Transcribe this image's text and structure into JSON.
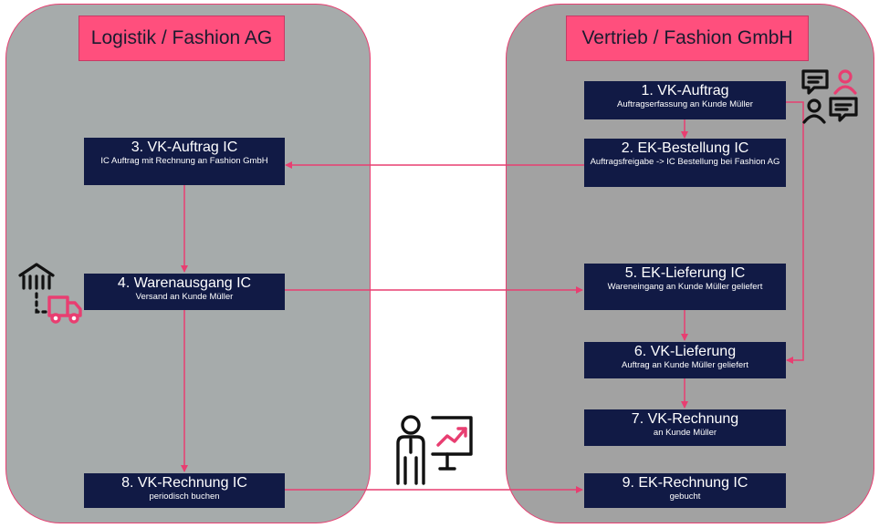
{
  "panels": {
    "left_title": "Logistik / Fashion AG",
    "right_title": "Vertrieb / Fashion GmbH"
  },
  "steps": [
    {
      "title": "1. VK-Auftrag",
      "subtitle": "Auftragserfassung an Kunde Müller"
    },
    {
      "title": "2. EK-Bestellung IC",
      "subtitle": "Auftragsfreigabe -> IC Bestellung bei Fashion AG"
    },
    {
      "title": "3. VK-Auftrag IC",
      "subtitle": "IC Auftrag mit Rechnung an Fashion GmbH"
    },
    {
      "title": "4. Warenausgang IC",
      "subtitle": "Versand an Kunde Müller"
    },
    {
      "title": "5. EK-Lieferung IC",
      "subtitle": "Wareneingang an Kunde Müller geliefert"
    },
    {
      "title": "6. VK-Lieferung",
      "subtitle": "Auftrag an Kunde Müller geliefert"
    },
    {
      "title": "7. VK-Rechnung",
      "subtitle": "an Kunde Müller"
    },
    {
      "title": "8. VK-Rechnung IC",
      "subtitle": "periodisch buchen"
    },
    {
      "title": "9. EK-Rechnung IC",
      "subtitle": "gebucht"
    }
  ],
  "colors": {
    "accent": "#e83e71",
    "box": "#111a45",
    "panel_left": "#a6abab",
    "panel_right": "#a2a2a2",
    "title_bg": "#ff4f7d"
  },
  "icons": [
    "warehouse-truck-icon",
    "chat-people-icon",
    "presenter-chart-icon"
  ]
}
